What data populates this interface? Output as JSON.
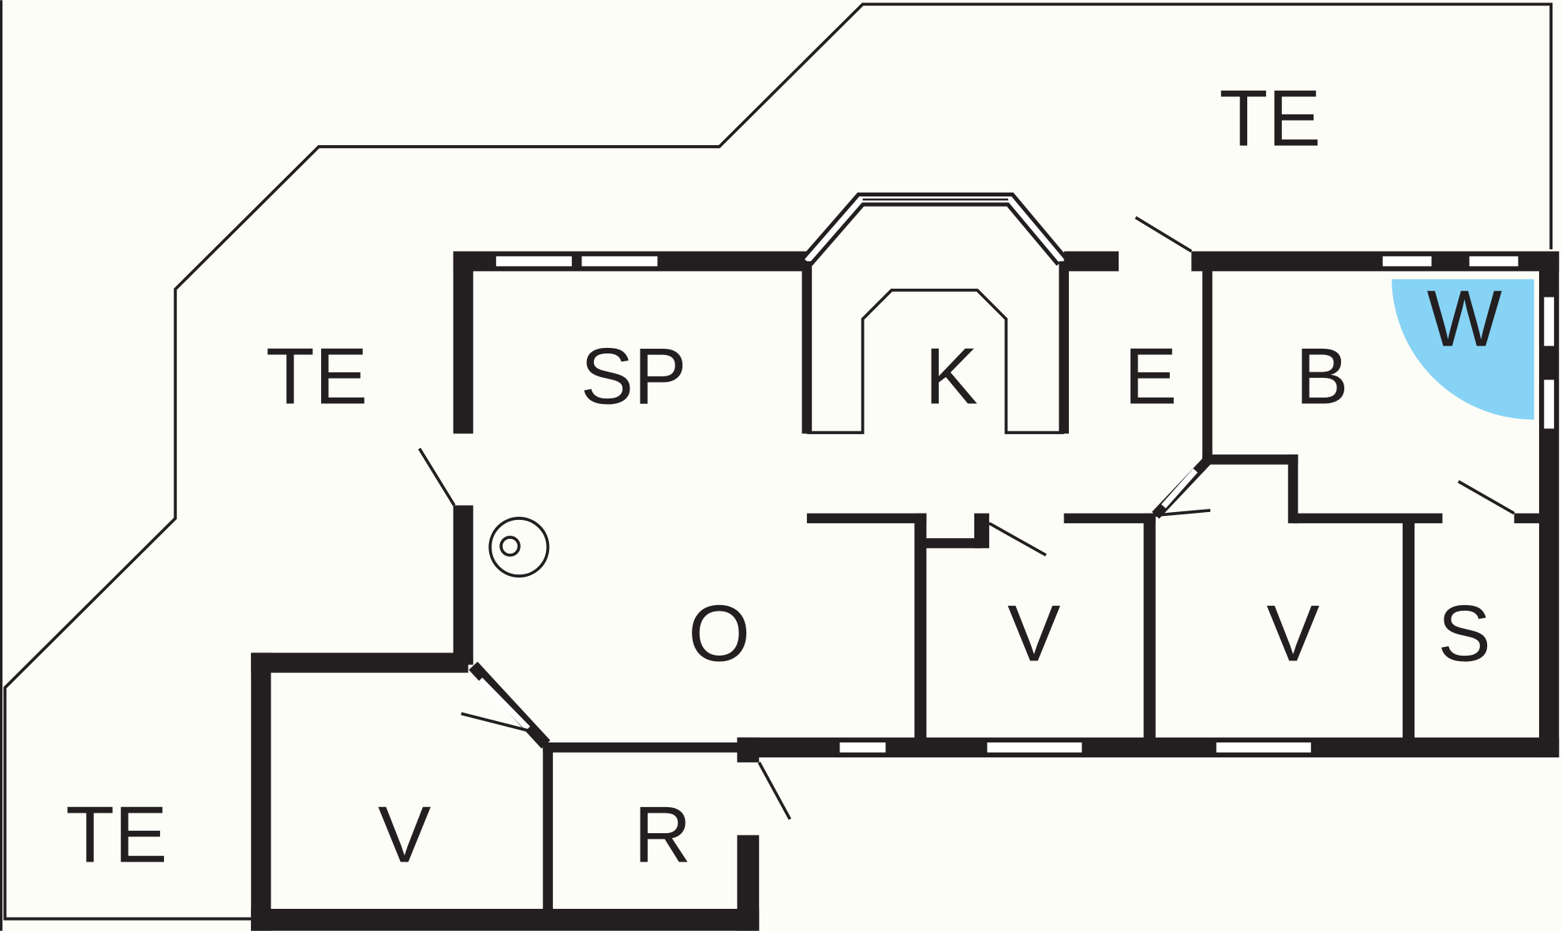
{
  "plan": {
    "colors": {
      "wall": "#231f20",
      "background": "#fdfdf8",
      "highlight": "#87d3f5"
    },
    "rooms": [
      {
        "id": "te-top",
        "label": "TE"
      },
      {
        "id": "te-left",
        "label": "TE"
      },
      {
        "id": "te-bottom",
        "label": "TE"
      },
      {
        "id": "sp",
        "label": "SP"
      },
      {
        "id": "k",
        "label": "K"
      },
      {
        "id": "e",
        "label": "E"
      },
      {
        "id": "b",
        "label": "B"
      },
      {
        "id": "w",
        "label": "W"
      },
      {
        "id": "o",
        "label": "O"
      },
      {
        "id": "v1",
        "label": "V"
      },
      {
        "id": "v2",
        "label": "V"
      },
      {
        "id": "s",
        "label": "S"
      },
      {
        "id": "v3",
        "label": "V"
      },
      {
        "id": "r",
        "label": "R"
      }
    ]
  }
}
